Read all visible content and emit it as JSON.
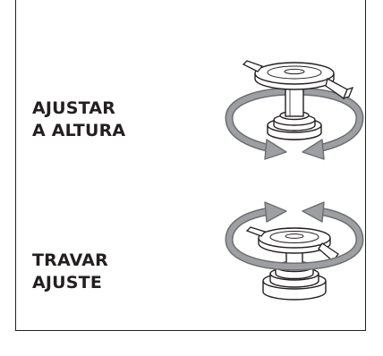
{
  "steps": [
    {
      "line1": "AJUSTAR",
      "line2": "A ALTURA",
      "illustration_icon": "height-adjust-rotate-icon"
    },
    {
      "line1": "TRAVAR",
      "line2": "AJUSTE",
      "illustration_icon": "lock-adjust-rotate-icon"
    }
  ],
  "colors": {
    "ink": "#231f20",
    "arrow_fill": "#9d9fa2",
    "arrow_stroke": "#6d6e71",
    "background": "#ffffff"
  }
}
